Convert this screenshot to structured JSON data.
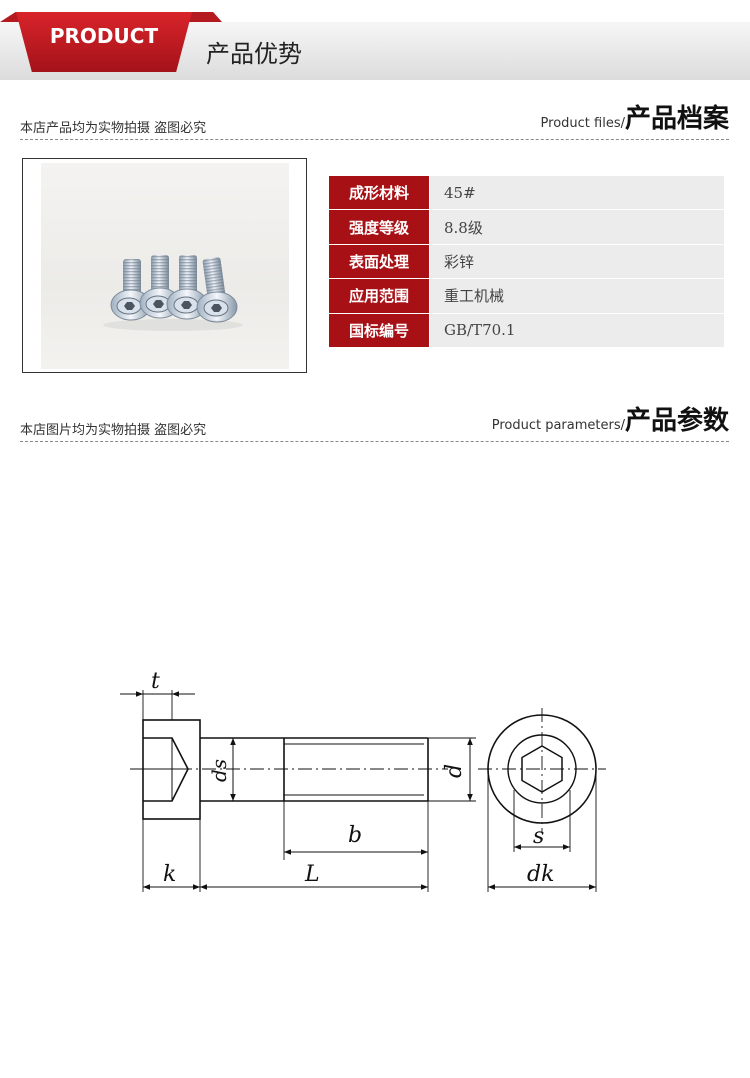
{
  "banner": {
    "label": "PRODUCT",
    "title": "产品优势"
  },
  "files_section": {
    "note": "本店产品均为实物拍摄 盗图必究",
    "en": "Product files/",
    "cn": "产品档案"
  },
  "specs": [
    {
      "key": "成形材料",
      "value": "45#"
    },
    {
      "key": "强度等级",
      "value": "8.8级"
    },
    {
      "key": "表面处理",
      "value": "彩锌"
    },
    {
      "key": "应用范围",
      "value": "重工机械"
    },
    {
      "key": "国标编号",
      "value": "GB/T70.1"
    }
  ],
  "params_section": {
    "note": "本店图片均为实物拍摄 盗图必究",
    "en": "Product parameters/",
    "cn": "产品参数"
  },
  "drawing": {
    "labels": {
      "t": "t",
      "ds": "ds",
      "d": "d",
      "b": "b",
      "s": "s",
      "k": "k",
      "L": "L",
      "dk": "dk"
    }
  },
  "colors": {
    "accent_red": "#a71116",
    "banner_red": "#c81d24",
    "cell_gray": "#ececec"
  }
}
